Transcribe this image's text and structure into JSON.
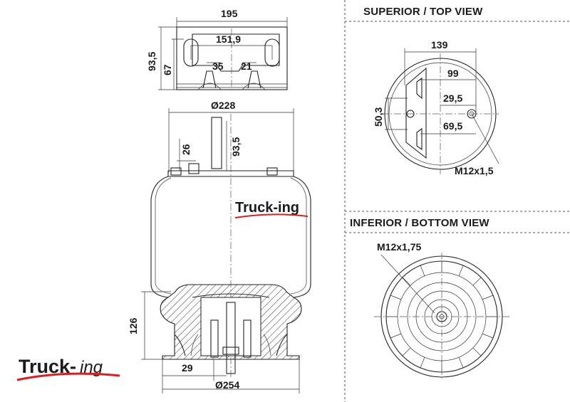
{
  "views": {
    "top_title": "SUPERIOR / TOP VIEW",
    "bottom_title": "INFERIOR / BOTTOM VIEW"
  },
  "dimensions": {
    "plate_width": "195",
    "plate_slot_span": "151,9",
    "plate_height_total": "93,5",
    "plate_height_slot": "67",
    "slot_a": "35",
    "slot_b": "21",
    "diameter_top": "Ø228",
    "stud_offset": "26",
    "bracket_height": "93,5",
    "bottom_height": "126",
    "bottom_offset": "29",
    "diameter_bottom": "Ø254"
  },
  "top_view_dims": {
    "width": "139",
    "d1": "99",
    "d2": "29,5",
    "d3": "69,5",
    "vertical": "50,3",
    "thread": "M12x1,5"
  },
  "bottom_view_dims": {
    "thread": "M12x1,75"
  },
  "brand": {
    "watermark": "Truck-ing",
    "logo_main": "Truck-",
    "logo_script": "ing",
    "color_blue": "#1d3f8f",
    "color_red": "#d42020"
  }
}
